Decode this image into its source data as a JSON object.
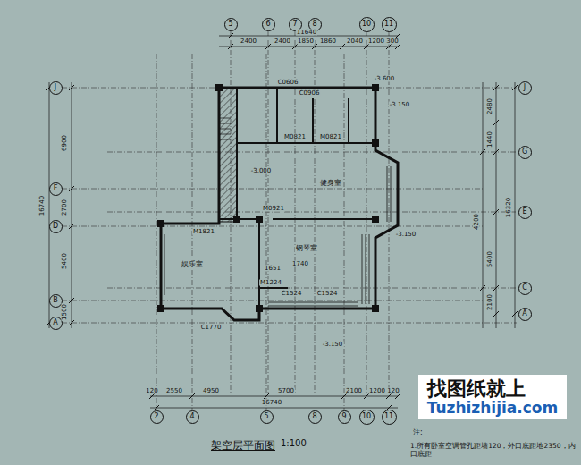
{
  "diagram": {
    "title": "架空层平面图",
    "nodes": [
      {
        "text": [
          "5"
        ]
      },
      {
        "text": [
          "6"
        ]
      },
      {
        "text": [
          "7"
        ]
      },
      {
        "text": [
          "8"
        ]
      },
      {
        "text": [
          "10"
        ]
      },
      {
        "text": [
          "11"
        ]
      },
      {
        "text": [
          "2"
        ]
      },
      {
        "text": [
          "4"
        ]
      },
      {
        "text": [
          "5"
        ]
      },
      {
        "text": [
          "8"
        ]
      },
      {
        "text": [
          "9"
        ]
      },
      {
        "text": [
          "10"
        ]
      },
      {
        "text": [
          "11"
        ]
      },
      {
        "text": [
          "J"
        ]
      },
      {
        "text": [
          "F"
        ]
      },
      {
        "text": [
          "D"
        ]
      },
      {
        "text": [
          "B"
        ]
      },
      {
        "text": [
          "A"
        ]
      },
      {
        "text": [
          "J"
        ]
      },
      {
        "text": [
          "G"
        ]
      },
      {
        "text": [
          "E"
        ]
      },
      {
        "text": [
          "C"
        ]
      },
      {
        "text": [
          "A"
        ]
      },
      {
        "text": [
          "娱乐室"
        ]
      },
      {
        "text": [
          "钢琴室"
        ]
      },
      {
        "text": [
          "健身室"
        ]
      },
      {
        "text": [
          "找图纸就上",
          "Tuzhizhijia.com"
        ]
      }
    ],
    "labels": [
      "11640",
      "2400",
      "2400",
      "1850",
      "1860",
      "2040",
      "1200",
      "300",
      "120",
      "2550",
      "4950",
      "5700",
      "2100",
      "1200",
      "120",
      "16740",
      "16740",
      "6900",
      "2700",
      "5400",
      "1500",
      "16320",
      "2480",
      "1440",
      "4200",
      "5400",
      "2100",
      "-3.600",
      "-3.150",
      "-3.000",
      "-3.150",
      "-3.150",
      "M0921",
      "M1821",
      "M1224",
      "M0821",
      "M0821",
      "C1524",
      "C1524",
      "C1770",
      "C0606",
      "C0906",
      "1651",
      "1740",
      "1:100",
      "注:",
      "1.所有卧室空调管孔距墙120，外口底距地2350，内口底距"
    ]
  }
}
